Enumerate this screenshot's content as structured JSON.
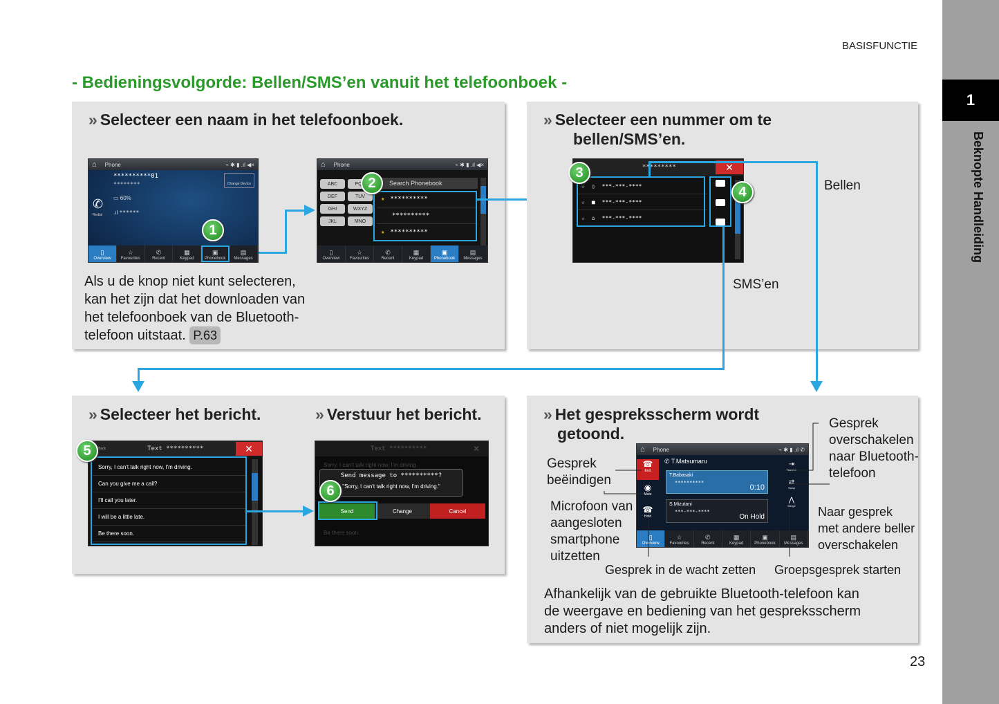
{
  "header": "BASISFUNCTIE",
  "chapter": {
    "number": "1",
    "title": "Beknopte Handleiding"
  },
  "page_title": "- Bedieningsvolgorde: Bellen/SMS’en vanuit het telefoonboek -",
  "page_number": "23",
  "step1": {
    "title": "Selecteer een naam in het telefoonboek.",
    "note_lines": [
      "Als u de knop niet kunt selecteren,",
      "kan het zijn dat het downloaden van",
      "het telefoonboek van de Bluetooth-",
      "telefoon uitstaat."
    ],
    "ref": "P.63",
    "screen1": {
      "title": "Phone",
      "name": "**********01",
      "sub": "********",
      "battery": "60%",
      "signal": "******",
      "change_device": "Change Device",
      "redial": "Redial"
    },
    "screen2": {
      "title": "Phone",
      "search": "Search Phonebook",
      "entries": [
        "**********",
        "**********",
        "**********"
      ],
      "keys": [
        "ABC",
        "PQR",
        "DEF",
        "TUV",
        "GHI",
        "WXYZ",
        "JKL",
        "MNO"
      ]
    }
  },
  "step2": {
    "title_l1": "Selecteer een nummer om te",
    "title_l2": "bellen/SMS’en.",
    "header_name": "*********",
    "numbers": [
      "***-***-****",
      "***-***-****",
      "***-***-****"
    ],
    "label_call": "Bellen",
    "label_sms": "SMS’en"
  },
  "tabs": [
    "Overview",
    "Favourites",
    "Recent",
    "Keypad",
    "Phonebook",
    "Messages"
  ],
  "step3": {
    "title": "Selecteer het bericht.",
    "back": "Back",
    "header": "Text **********",
    "messages": [
      "Sorry, I can't talk right now, I'm driving.",
      "Can you give me a call?",
      "I'll call you later.",
      "I will be a little late.",
      "Be there soon."
    ]
  },
  "step4": {
    "title": "Verstuur het bericht.",
    "header": "Text **********",
    "dialog_title": "Send message to **********?",
    "dialog_msg": "\"Sorry, I can't talk right now, I'm driving.\"",
    "bg_line1": "Sorry, I can't talk right now, I'm driving.",
    "bg_line5": "Be there soon.",
    "send": "Send",
    "change": "Change",
    "cancel": "Cancel"
  },
  "step5": {
    "title_l1": "Het gespreksscherm wordt",
    "title_l2": "getoond.",
    "screen": {
      "title": "Phone",
      "top_name": "T.Matsumaru",
      "call1_name": "T.Babasaki",
      "call1_num": "**********",
      "call1_time": "0:10",
      "call2_name": "S.Mizutani",
      "call2_num": "***-***-****",
      "call2_status": "On Hold",
      "end": "End",
      "mute": "Mute",
      "hold": "Hold",
      "transfer": "Transfer",
      "swap": "Swap",
      "merge": "Merge"
    },
    "callouts": {
      "transfer": [
        "Gesprek",
        "overschakelen",
        "naar Bluetooth-",
        "telefoon"
      ],
      "end": [
        "Gesprek",
        "beëindigen"
      ],
      "mute": [
        "Microfoon van",
        "aangesloten",
        "smartphone",
        "uitzetten"
      ],
      "swap": [
        "Naar gesprek",
        "met andere beller",
        "overschakelen"
      ],
      "hold": "Gesprek in de wacht zetten",
      "merge": "Groepsgesprek starten"
    },
    "note_lines": [
      "Afhankelijk van de gebruikte Bluetooth-telefoon kan",
      "de weergave en bediening van het gespreksscherm",
      "anders of niet mogelijk zijn."
    ]
  },
  "badges": [
    "1",
    "2",
    "3",
    "4",
    "5",
    "6"
  ],
  "colors": {
    "title_green": "#2b9a2b",
    "arrow_blue": "#2aa6e0",
    "panel": "#e4e4e4"
  }
}
